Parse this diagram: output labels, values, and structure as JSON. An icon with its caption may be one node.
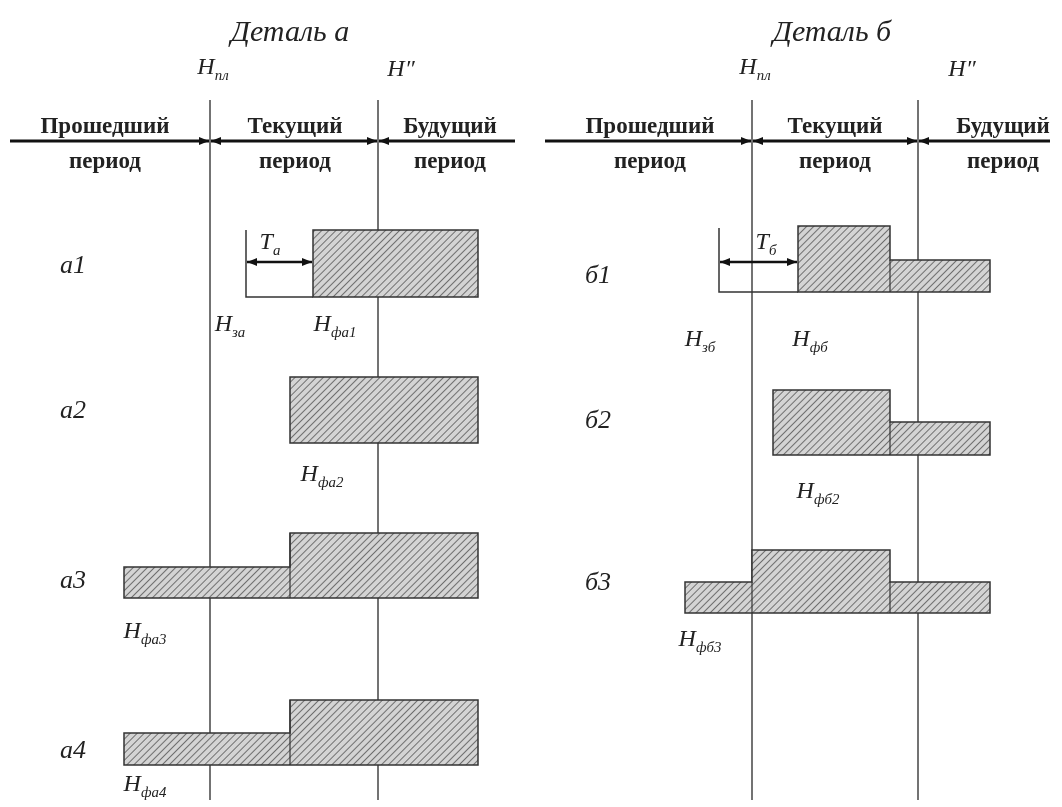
{
  "diagram": {
    "labels": [
      "Деталь а",
      "Деталь б",
      "Н$_{пл}$",
      "Н″",
      "Н$_{пл}$",
      "Н″",
      "Прошедший",
      "Текущий",
      "Будущий",
      "Прошедший",
      "Текущий",
      "Будущий",
      "период",
      "период",
      "период",
      "период",
      "период",
      "период",
      "Т$_{а}$",
      "Т$_{б}$",
      "а1",
      "б1",
      "Н$_{за}$",
      "Н$_{фа1}$",
      "Н$_{зб}$",
      "Н$_{фб}$",
      "а2",
      "б2",
      "Н$_{фа2}$",
      "Н$_{фб2}$",
      "а3",
      "б3",
      "Н$_{фа3}$",
      "Н$_{фб3}$",
      "а4",
      "Н$_{фа4}$"
    ]
  }
}
